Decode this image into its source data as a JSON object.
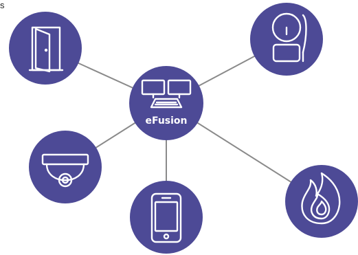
{
  "corner_text": "s",
  "hub": {
    "label": "eFusion",
    "icon": "computer-monitors-icon"
  },
  "nodes": [
    {
      "name": "door",
      "icon": "door-icon"
    },
    {
      "name": "bell",
      "icon": "bell-alarm-icon"
    },
    {
      "name": "camera",
      "icon": "dome-camera-icon"
    },
    {
      "name": "phone",
      "icon": "smartphone-icon"
    },
    {
      "name": "fire",
      "icon": "fire-icon"
    }
  ],
  "colors": {
    "node_fill": "#4d4a96",
    "connector": "#8a8a8a",
    "icon_stroke": "#ffffff"
  }
}
